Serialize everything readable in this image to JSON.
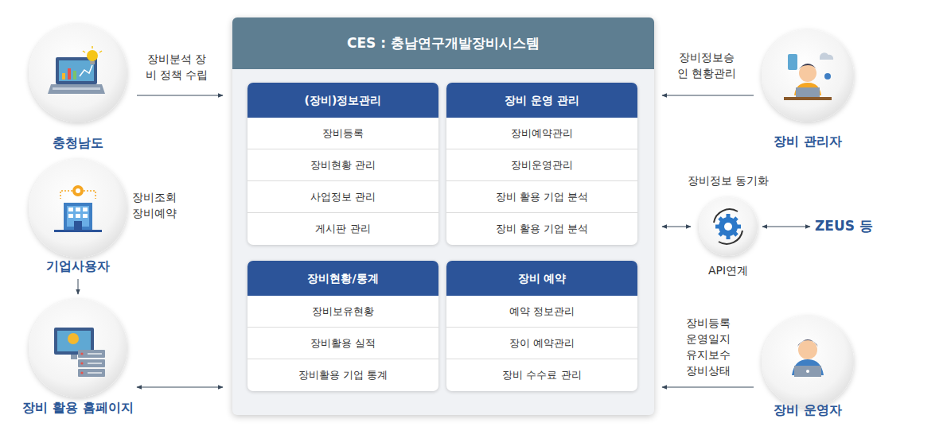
{
  "diagram": {
    "nodes": [
      {
        "text": [
          "충청남도"
        ]
      },
      {
        "text": [
          "기업사용자"
        ]
      },
      {
        "text": [
          "장비 활용 홈페이지"
        ]
      },
      {
        "text": [
          "CES : 충남연구개발장비시스템"
        ]
      },
      {
        "text": [
          "(장비)정보관리",
          "장비등록",
          "장비현황 관리",
          "사업정보 관리",
          "게시판 관리"
        ],
        "in": 3
      },
      {
        "text": [
          "장비 운영 관리",
          "장비예약관리",
          "장비운영관리",
          "장비 활용 기업 분석",
          "장비 활용 기업 분석"
        ],
        "in": 3
      },
      {
        "text": [
          "장비현황/통계",
          "장비보유현황",
          "장비활용 실적",
          "장비활용 기업 통계"
        ],
        "in": 3
      },
      {
        "text": [
          "장비 예약",
          "예약 정보관리",
          "장이 예약관리",
          "장비 수수료 관리"
        ],
        "in": 3
      },
      {
        "text": [
          "장비 관리자"
        ]
      },
      {
        "text": [
          "장비정보 동기화",
          "API연계"
        ]
      },
      {
        "text": [
          "장비 운영자"
        ]
      },
      {
        "text": [
          "ZEUS 등"
        ]
      }
    ],
    "edges": [
      {
        "from": 0,
        "to": 3,
        "label": "장비분석 장비 정책 수립",
        "arrow": "to"
      },
      {
        "from": 1,
        "to": 2,
        "arrow": "to"
      },
      {
        "from": 2,
        "to": 3,
        "arrow": "both"
      },
      {
        "from": 8,
        "to": 3,
        "label": "장비정보승인 현황관리",
        "arrow": "to"
      },
      {
        "from": 3,
        "to": 9,
        "arrow": "both"
      },
      {
        "from": 9,
        "to": 11,
        "arrow": "both"
      },
      {
        "from": 10,
        "to": 3,
        "label": "장비등록 운영일지 유지보수 장비상태",
        "arrow": "to"
      }
    ],
    "labels": [
      "장비조회 장비예약"
    ]
  }
}
